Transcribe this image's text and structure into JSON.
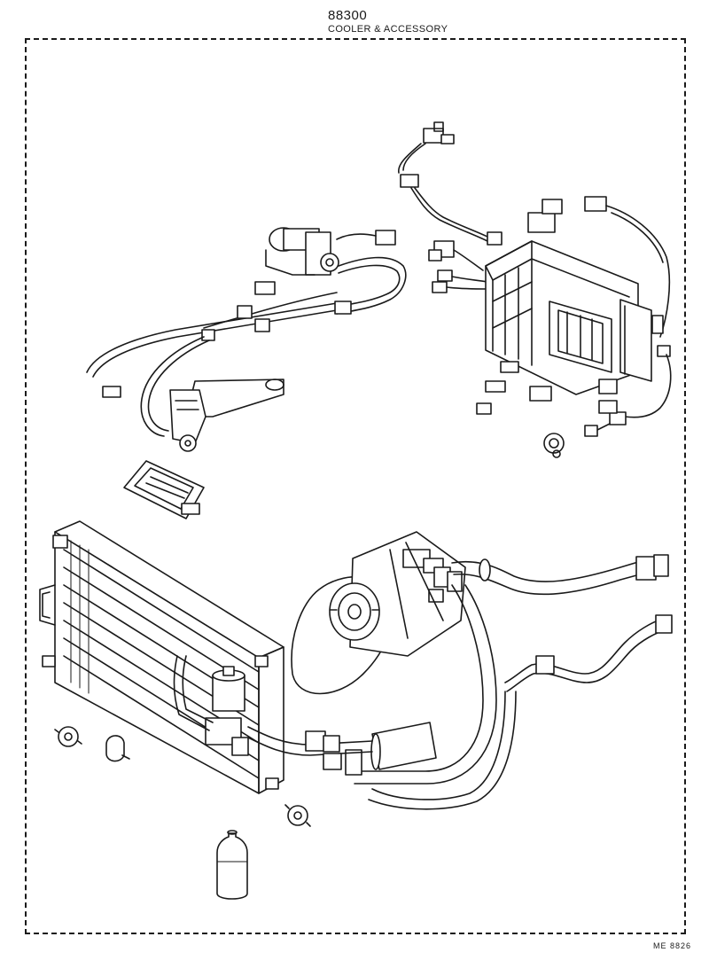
{
  "header": {
    "part_number": "88300",
    "part_name": "COOLER & ACCESSORY"
  },
  "footer": {
    "figure_code": "ME 8826"
  },
  "components": [
    "wiring-harness",
    "vacuum-switching-valve",
    "heater-cooler-unit",
    "bracket-assembly",
    "resistor",
    "condenser",
    "compressor",
    "drive-belt",
    "discharge-hose",
    "suction-hose",
    "liquid-tube",
    "receiver-muffler",
    "grommet",
    "cushion",
    "refrigerant-oil-can"
  ]
}
